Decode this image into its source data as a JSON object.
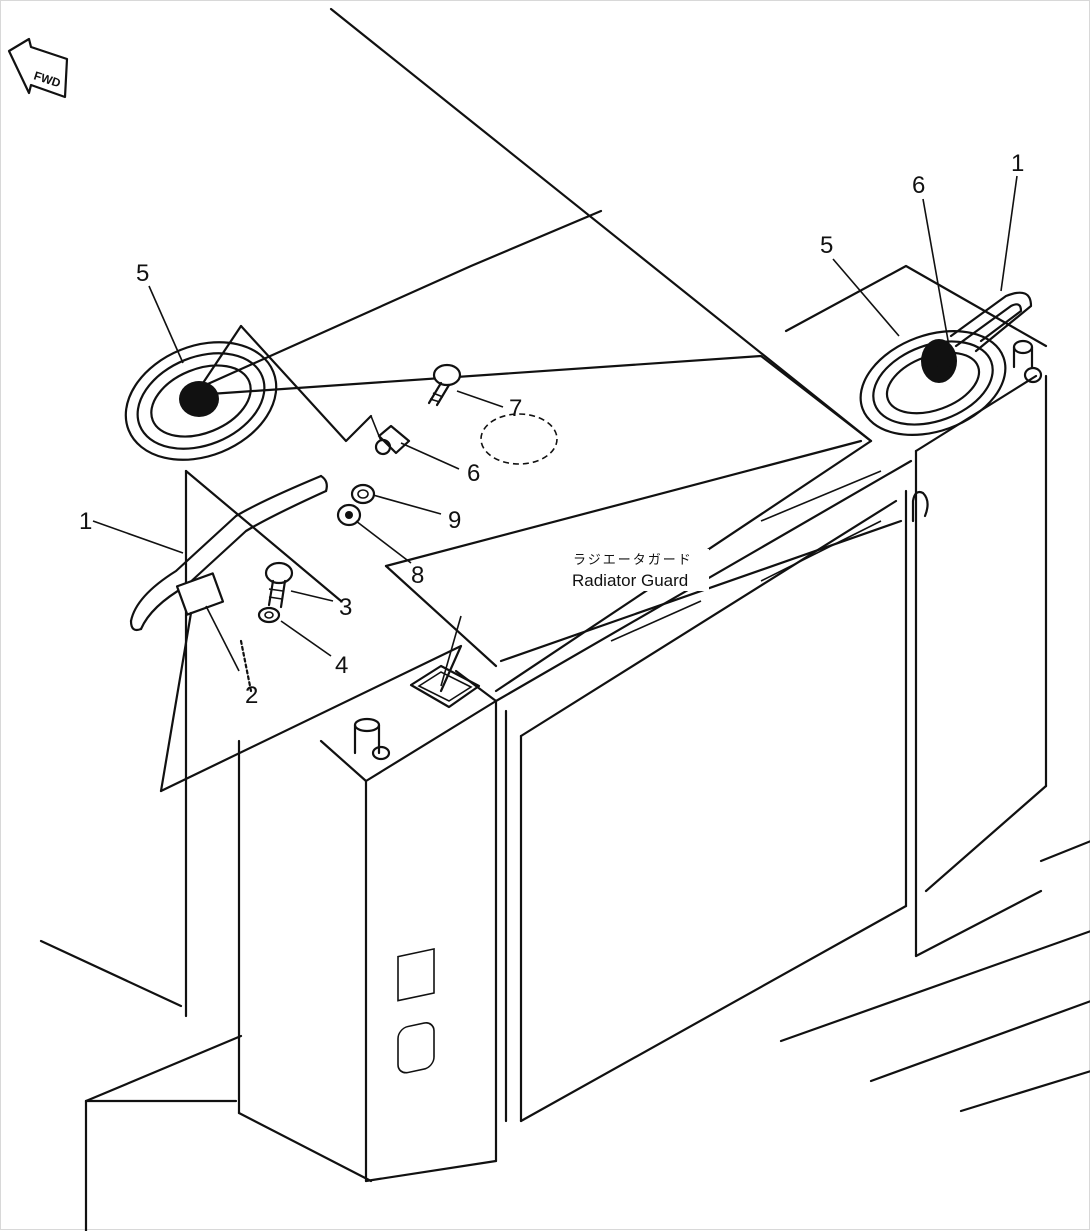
{
  "fwd_label": "FWD",
  "caption": {
    "jp": "ラジエータガード",
    "en": "Radiator Guard"
  },
  "callouts": {
    "one_left": "1",
    "one_right": "1",
    "two": "2",
    "three": "3",
    "four": "4",
    "five_left": "5",
    "five_right": "5",
    "six_left": "6",
    "six_right": "6",
    "seven": "7",
    "eight": "8",
    "nine": "9"
  }
}
